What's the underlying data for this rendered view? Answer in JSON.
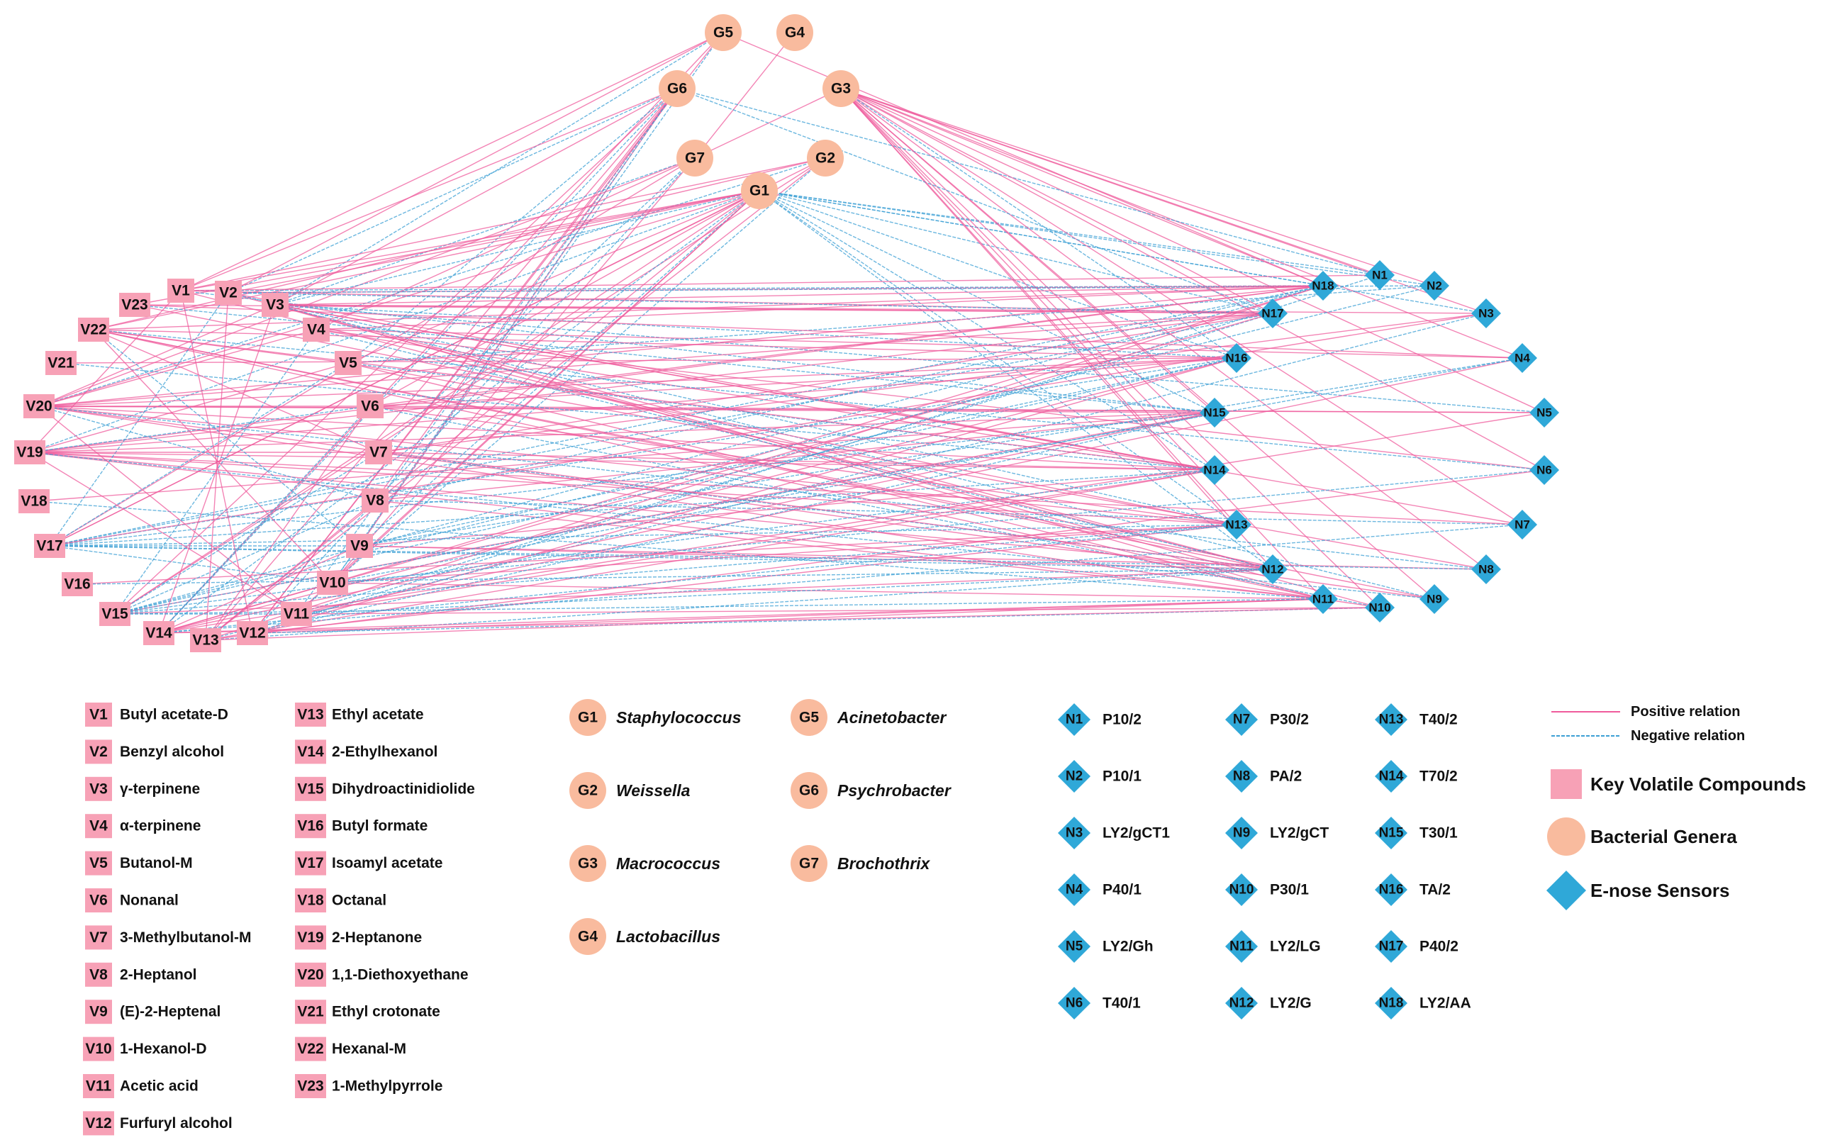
{
  "colors": {
    "positive": "#ef5b9c",
    "negative": "#3b9fd4",
    "compound": "#f7a1b6",
    "genus": "#f9bb9e",
    "sensor": "#2fa8d8"
  },
  "compounds": [
    {
      "id": "V1",
      "name": "Butyl acetate-D"
    },
    {
      "id": "V2",
      "name": "Benzyl alcohol"
    },
    {
      "id": "V3",
      "name": "γ-terpinene"
    },
    {
      "id": "V4",
      "name": "α-terpinene"
    },
    {
      "id": "V5",
      "name": "Butanol-M"
    },
    {
      "id": "V6",
      "name": "Nonanal"
    },
    {
      "id": "V7",
      "name": "3-Methylbutanol-M"
    },
    {
      "id": "V8",
      "name": "2-Heptanol"
    },
    {
      "id": "V9",
      "name": "(E)-2-Heptenal"
    },
    {
      "id": "V10",
      "name": "1-Hexanol-D"
    },
    {
      "id": "V11",
      "name": "Acetic acid"
    },
    {
      "id": "V12",
      "name": "Furfuryl alcohol"
    },
    {
      "id": "V13",
      "name": "Ethyl acetate"
    },
    {
      "id": "V14",
      "name": "2-Ethylhexanol"
    },
    {
      "id": "V15",
      "name": "Dihydroactinidiolide"
    },
    {
      "id": "V16",
      "name": "Butyl formate"
    },
    {
      "id": "V17",
      "name": "Isoamyl acetate"
    },
    {
      "id": "V18",
      "name": "Octanal"
    },
    {
      "id": "V19",
      "name": "2-Heptanone"
    },
    {
      "id": "V20",
      "name": "1,1-Diethoxyethane"
    },
    {
      "id": "V21",
      "name": "Ethyl crotonate"
    },
    {
      "id": "V22",
      "name": "Hexanal-M"
    },
    {
      "id": "V23",
      "name": "1-Methylpyrrole"
    }
  ],
  "genera": [
    {
      "id": "G1",
      "name": "Staphylococcus"
    },
    {
      "id": "G2",
      "name": "Weissella"
    },
    {
      "id": "G3",
      "name": "Macrococcus"
    },
    {
      "id": "G4",
      "name": "Lactobacillus"
    },
    {
      "id": "G5",
      "name": "Acinetobacter"
    },
    {
      "id": "G6",
      "name": "Psychrobacter"
    },
    {
      "id": "G7",
      "name": "Brochothrix"
    }
  ],
  "sensors": [
    {
      "id": "N1",
      "name": "P10/2"
    },
    {
      "id": "N2",
      "name": "P10/1"
    },
    {
      "id": "N3",
      "name": "LY2/gCT1"
    },
    {
      "id": "N4",
      "name": "P40/1"
    },
    {
      "id": "N5",
      "name": "LY2/Gh"
    },
    {
      "id": "N6",
      "name": "T40/1"
    },
    {
      "id": "N7",
      "name": "P30/2"
    },
    {
      "id": "N8",
      "name": "PA/2"
    },
    {
      "id": "N9",
      "name": "LY2/gCT"
    },
    {
      "id": "N10",
      "name": "P30/1"
    },
    {
      "id": "N11",
      "name": "LY2/LG"
    },
    {
      "id": "N12",
      "name": "LY2/G"
    },
    {
      "id": "N13",
      "name": "T40/2"
    },
    {
      "id": "N14",
      "name": "T70/2"
    },
    {
      "id": "N15",
      "name": "T30/1"
    },
    {
      "id": "N16",
      "name": "TA/2"
    },
    {
      "id": "N17",
      "name": "P40/2"
    },
    {
      "id": "N18",
      "name": "LY2/AA"
    }
  ],
  "legend": {
    "positive": "Positive relation",
    "negative": "Negative relation",
    "compounds": "Key Volatile Compounds",
    "genera": "Bacterial Genera",
    "sensors": "E-nose Sensors"
  },
  "edges": [
    [
      "G5",
      "V1",
      "p"
    ],
    [
      "G5",
      "V2",
      "p"
    ],
    [
      "G5",
      "V3",
      "n"
    ],
    [
      "G5",
      "V14",
      "p"
    ],
    [
      "G5",
      "V10",
      "n"
    ],
    [
      "G5",
      "V12",
      "p"
    ],
    [
      "G6",
      "V1",
      "p"
    ],
    [
      "G6",
      "V2",
      "n"
    ],
    [
      "G6",
      "V3",
      "p"
    ],
    [
      "G6",
      "V5",
      "n"
    ],
    [
      "G6",
      "V9",
      "p"
    ],
    [
      "G6",
      "V11",
      "n"
    ],
    [
      "G6",
      "V13",
      "p"
    ],
    [
      "G6",
      "V14",
      "n"
    ],
    [
      "G6",
      "V15",
      "p"
    ],
    [
      "G6",
      "V8",
      "p"
    ],
    [
      "G6",
      "V10",
      "n"
    ],
    [
      "G6",
      "V12",
      "p"
    ],
    [
      "G4",
      "G7",
      "p"
    ],
    [
      "G3",
      "G7",
      "p"
    ],
    [
      "G7",
      "V3",
      "n"
    ],
    [
      "G7",
      "V4",
      "p"
    ],
    [
      "G7",
      "V10",
      "p"
    ],
    [
      "G7",
      "V12",
      "n"
    ],
    [
      "G7",
      "V17",
      "p"
    ],
    [
      "G7",
      "V20",
      "p"
    ],
    [
      "G7",
      "V7",
      "n"
    ],
    [
      "G2",
      "V1",
      "p"
    ],
    [
      "G2",
      "V15",
      "p"
    ],
    [
      "G2",
      "V20",
      "n"
    ],
    [
      "G2",
      "V17",
      "p"
    ],
    [
      "G2",
      "V13",
      "p"
    ],
    [
      "G2",
      "V22",
      "p"
    ],
    [
      "G2",
      "V11",
      "n"
    ],
    [
      "G1",
      "V1",
      "p"
    ],
    [
      "G1",
      "V2",
      "p"
    ],
    [
      "G1",
      "V3",
      "n"
    ],
    [
      "G1",
      "V5",
      "p"
    ],
    [
      "G1",
      "V6",
      "p"
    ],
    [
      "G1",
      "V9",
      "n"
    ],
    [
      "G1",
      "V11",
      "p"
    ],
    [
      "G1",
      "V13",
      "p"
    ],
    [
      "G1",
      "V14",
      "n"
    ],
    [
      "G1",
      "V15",
      "p"
    ],
    [
      "G1",
      "V17",
      "p"
    ],
    [
      "G1",
      "V19",
      "n"
    ],
    [
      "G1",
      "V20",
      "p"
    ],
    [
      "G1",
      "V22",
      "p"
    ],
    [
      "G1",
      "V23",
      "p"
    ],
    [
      "G1",
      "V10",
      "p"
    ],
    [
      "G1",
      "N18",
      "n"
    ],
    [
      "G1",
      "N17",
      "n"
    ],
    [
      "G1",
      "N16",
      "n"
    ],
    [
      "G1",
      "N15",
      "n"
    ],
    [
      "G1",
      "N14",
      "n"
    ],
    [
      "G1",
      "N13",
      "n"
    ],
    [
      "G1",
      "N1",
      "n"
    ],
    [
      "G1",
      "N2",
      "n"
    ],
    [
      "G1",
      "N3",
      "n"
    ],
    [
      "G1",
      "N12",
      "n"
    ],
    [
      "G3",
      "N1",
      "p"
    ],
    [
      "G3",
      "N2",
      "p"
    ],
    [
      "G3",
      "N3",
      "p"
    ],
    [
      "G3",
      "N4",
      "p"
    ],
    [
      "G3",
      "N5",
      "p"
    ],
    [
      "G3",
      "N6",
      "p"
    ],
    [
      "G3",
      "N7",
      "p"
    ],
    [
      "G3",
      "N8",
      "p"
    ],
    [
      "G3",
      "N9",
      "p"
    ],
    [
      "G3",
      "N10",
      "p"
    ],
    [
      "G3",
      "N11",
      "p"
    ],
    [
      "G3",
      "N12",
      "p"
    ],
    [
      "G3",
      "N14",
      "p"
    ],
    [
      "G3",
      "N18",
      "p"
    ],
    [
      "G6",
      "N1",
      "n"
    ],
    [
      "G6",
      "N17",
      "n"
    ],
    [
      "G5",
      "N18",
      "p"
    ],
    [
      "V1",
      "N18",
      "n"
    ],
    [
      "V1",
      "N17",
      "p"
    ],
    [
      "V1",
      "N1",
      "p"
    ],
    [
      "V1",
      "N15",
      "n"
    ],
    [
      "V1",
      "N12",
      "p"
    ],
    [
      "V2",
      "N18",
      "p"
    ],
    [
      "V2",
      "N17",
      "n"
    ],
    [
      "V2",
      "N14",
      "p"
    ],
    [
      "V2",
      "N10",
      "p"
    ],
    [
      "V2",
      "N2",
      "n"
    ],
    [
      "V2",
      "N13",
      "n"
    ],
    [
      "V3",
      "N18",
      "p"
    ],
    [
      "V3",
      "N17",
      "p"
    ],
    [
      "V3",
      "N16",
      "n"
    ],
    [
      "V3",
      "N14",
      "p"
    ],
    [
      "V3",
      "N12",
      "p"
    ],
    [
      "V3",
      "N3",
      "p"
    ],
    [
      "V3",
      "N5",
      "n"
    ],
    [
      "V3",
      "N7",
      "p"
    ],
    [
      "V3",
      "N11",
      "p"
    ],
    [
      "V3",
      "N9",
      "n"
    ],
    [
      "V4",
      "N18",
      "p"
    ],
    [
      "V4",
      "N14",
      "p"
    ],
    [
      "V4",
      "N12",
      "n"
    ],
    [
      "V4",
      "N6",
      "p"
    ],
    [
      "V4",
      "N4",
      "p"
    ],
    [
      "V5",
      "N17",
      "p"
    ],
    [
      "V5",
      "N14",
      "n"
    ],
    [
      "V5",
      "N11",
      "p"
    ],
    [
      "V5",
      "N8",
      "p"
    ],
    [
      "V5",
      "N2",
      "n"
    ],
    [
      "V6",
      "N18",
      "p"
    ],
    [
      "V6",
      "N16",
      "p"
    ],
    [
      "V6",
      "N13",
      "p"
    ],
    [
      "V6",
      "N10",
      "n"
    ],
    [
      "V6",
      "N5",
      "p"
    ],
    [
      "V7",
      "N17",
      "p"
    ],
    [
      "V7",
      "N14",
      "p"
    ],
    [
      "V7",
      "N12",
      "n"
    ],
    [
      "V7",
      "N9",
      "p"
    ],
    [
      "V7",
      "N3",
      "p"
    ],
    [
      "V8",
      "N18",
      "n"
    ],
    [
      "V8",
      "N15",
      "p"
    ],
    [
      "V8",
      "N11",
      "p"
    ],
    [
      "V8",
      "N7",
      "n"
    ],
    [
      "V9",
      "N16",
      "n"
    ],
    [
      "V9",
      "N14",
      "p"
    ],
    [
      "V9",
      "N12",
      "p"
    ],
    [
      "V9",
      "N4",
      "n"
    ],
    [
      "V9",
      "N8",
      "p"
    ],
    [
      "V10",
      "N18",
      "p"
    ],
    [
      "V10",
      "N15",
      "n"
    ],
    [
      "V10",
      "N13",
      "p"
    ],
    [
      "V10",
      "N11",
      "p"
    ],
    [
      "V10",
      "N6",
      "n"
    ],
    [
      "V11",
      "N17",
      "n"
    ],
    [
      "V11",
      "N14",
      "p"
    ],
    [
      "V11",
      "N10",
      "p"
    ],
    [
      "V11",
      "N12",
      "n"
    ],
    [
      "V11",
      "N4",
      "p"
    ],
    [
      "V12",
      "N16",
      "p"
    ],
    [
      "V12",
      "N15",
      "n"
    ],
    [
      "V12",
      "N13",
      "p"
    ],
    [
      "V12",
      "N11",
      "p"
    ],
    [
      "V12",
      "N10",
      "n"
    ],
    [
      "V12",
      "N1",
      "n"
    ],
    [
      "V13",
      "N18",
      "p"
    ],
    [
      "V13",
      "N14",
      "p"
    ],
    [
      "V13",
      "N12",
      "n"
    ],
    [
      "V13",
      "N11",
      "p"
    ],
    [
      "V13",
      "N6",
      "p"
    ],
    [
      "V13",
      "N3",
      "n"
    ],
    [
      "V14",
      "N17",
      "p"
    ],
    [
      "V14",
      "N16",
      "p"
    ],
    [
      "V14",
      "N15",
      "p"
    ],
    [
      "V14",
      "N13",
      "n"
    ],
    [
      "V14",
      "N11",
      "p"
    ],
    [
      "V14",
      "N10",
      "p"
    ],
    [
      "V14",
      "N7",
      "n"
    ],
    [
      "V14",
      "N5",
      "p"
    ],
    [
      "V15",
      "N18",
      "n"
    ],
    [
      "V15",
      "N16",
      "n"
    ],
    [
      "V15",
      "N15",
      "p"
    ],
    [
      "V15",
      "N14",
      "n"
    ],
    [
      "V15",
      "N13",
      "n"
    ],
    [
      "V15",
      "N12",
      "p"
    ],
    [
      "V15",
      "N11",
      "n"
    ],
    [
      "V15",
      "N2",
      "n"
    ],
    [
      "V15",
      "N4",
      "n"
    ],
    [
      "V17",
      "N18",
      "n"
    ],
    [
      "V17",
      "N17",
      "n"
    ],
    [
      "V17",
      "N16",
      "n"
    ],
    [
      "V17",
      "N15",
      "n"
    ],
    [
      "V17",
      "N14",
      "n"
    ],
    [
      "V17",
      "N13",
      "n"
    ],
    [
      "V17",
      "N12",
      "n"
    ],
    [
      "V17",
      "N8",
      "n"
    ],
    [
      "V17",
      "N3",
      "p"
    ],
    [
      "V19",
      "N18",
      "p"
    ],
    [
      "V19",
      "N17",
      "p"
    ],
    [
      "V19",
      "N16",
      "p"
    ],
    [
      "V19",
      "N15",
      "p"
    ],
    [
      "V19",
      "N14",
      "p"
    ],
    [
      "V19",
      "N13",
      "p"
    ],
    [
      "V19",
      "N12",
      "p"
    ],
    [
      "V19",
      "N11",
      "p"
    ],
    [
      "V19",
      "N7",
      "p"
    ],
    [
      "V19",
      "N9",
      "n"
    ],
    [
      "V20",
      "N18",
      "p"
    ],
    [
      "V20",
      "N17",
      "p"
    ],
    [
      "V20",
      "N16",
      "p"
    ],
    [
      "V20",
      "N15",
      "p"
    ],
    [
      "V20",
      "N14",
      "p"
    ],
    [
      "V20",
      "N13",
      "p"
    ],
    [
      "V20",
      "N12",
      "p"
    ],
    [
      "V20",
      "N10",
      "p"
    ],
    [
      "V20",
      "N8",
      "n"
    ],
    [
      "V20",
      "N5",
      "p"
    ],
    [
      "V22",
      "N18",
      "p"
    ],
    [
      "V22",
      "N16",
      "p"
    ],
    [
      "V22",
      "N14",
      "p"
    ],
    [
      "V22",
      "N12",
      "p"
    ],
    [
      "V22",
      "N11",
      "p"
    ],
    [
      "V22",
      "N9",
      "p"
    ],
    [
      "V22",
      "N6",
      "n"
    ],
    [
      "V23",
      "N17",
      "p"
    ],
    [
      "V23",
      "N15",
      "n"
    ],
    [
      "V23",
      "N13",
      "p"
    ],
    [
      "V23",
      "N4",
      "p"
    ],
    [
      "V21",
      "N16",
      "p"
    ],
    [
      "V21",
      "N14",
      "n"
    ],
    [
      "V16",
      "N13",
      "p"
    ],
    [
      "V16",
      "N12",
      "n"
    ],
    [
      "V18",
      "N15",
      "p"
    ],
    [
      "V18",
      "N11",
      "n"
    ],
    [
      "V1",
      "V19",
      "p"
    ],
    [
      "V2",
      "V17",
      "n"
    ],
    [
      "V3",
      "V20",
      "p"
    ],
    [
      "V22",
      "V5",
      "p"
    ],
    [
      "V22",
      "V7",
      "p"
    ],
    [
      "V20",
      "V6",
      "p"
    ],
    [
      "V19",
      "V7",
      "p"
    ],
    [
      "V19",
      "V6",
      "n"
    ],
    [
      "V15",
      "V8",
      "n"
    ],
    [
      "V14",
      "V9",
      "p"
    ],
    [
      "V17",
      "V5",
      "n"
    ],
    [
      "V20",
      "V4",
      "p"
    ],
    [
      "V22",
      "V9",
      "n"
    ],
    [
      "V19",
      "V5",
      "p"
    ],
    [
      "V13",
      "V6",
      "p"
    ],
    [
      "V15",
      "V7",
      "n"
    ],
    [
      "V17",
      "V9",
      "n"
    ],
    [
      "V14",
      "V10",
      "p"
    ],
    [
      "V22",
      "V10",
      "p"
    ],
    [
      "V20",
      "V11",
      "p"
    ],
    [
      "V15",
      "V4",
      "n"
    ],
    [
      "V13",
      "V2",
      "p"
    ],
    [
      "V14",
      "V3",
      "p"
    ],
    [
      "V12",
      "V1",
      "p"
    ],
    [
      "V15",
      "V11",
      "n"
    ],
    [
      "V17",
      "V10",
      "n"
    ],
    [
      "V20",
      "V8",
      "n"
    ],
    [
      "V19",
      "V11",
      "p"
    ],
    [
      "V13",
      "V8",
      "p"
    ],
    [
      "V14",
      "V6",
      "n"
    ],
    [
      "G3",
      "N16",
      "n"
    ],
    [
      "G3",
      "N15",
      "p"
    ],
    [
      "G3",
      "N13",
      "p"
    ],
    [
      "G3",
      "N17",
      "p"
    ]
  ]
}
